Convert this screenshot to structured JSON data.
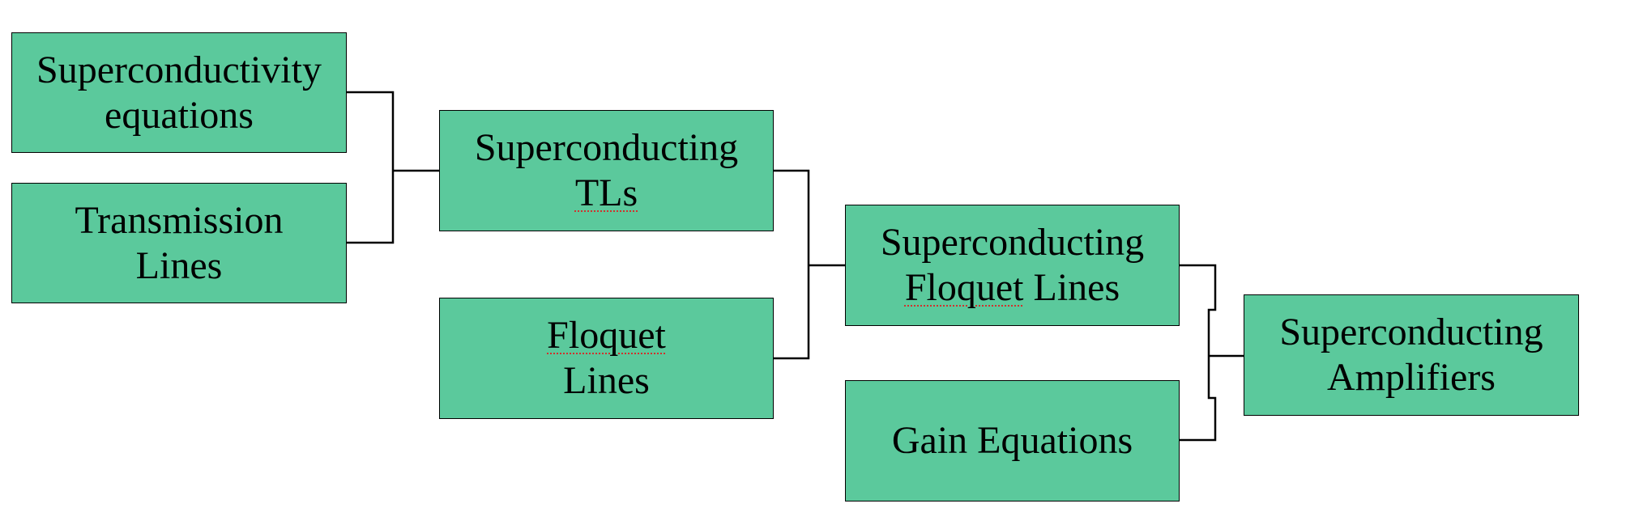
{
  "colors": {
    "box_fill": "#5bc99c",
    "border": "#000000",
    "connector": "#000000",
    "spellcheck_underline": "#d0312d"
  },
  "boxes": {
    "superconductivity_equations": {
      "line1": "Superconductivity",
      "line2": "equations"
    },
    "transmission_lines": {
      "line1": "Transmission",
      "line2": "Lines"
    },
    "superconducting_tls": {
      "line1": "Superconducting",
      "line2": "TLs"
    },
    "floquet_lines": {
      "line1": "Floquet",
      "line2": "Lines"
    },
    "superconducting_floquet_lines": {
      "line1": "Superconducting",
      "line2_underlined": "Floquet",
      "line2_rest": " Lines"
    },
    "gain_equations": {
      "line1": "Gain Equations"
    },
    "superconducting_amplifiers": {
      "line1": "Superconducting",
      "line2": "Amplifiers"
    }
  }
}
